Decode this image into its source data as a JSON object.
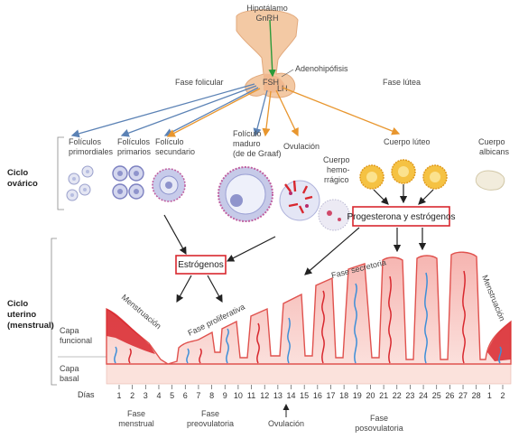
{
  "brain": {
    "hypothalamus": "Hipotálamo",
    "gnrh": "GnRH",
    "adenohypophysis": "Adenohipófisis",
    "fsh": "FSH",
    "lh": "LH"
  },
  "phases_top": {
    "follicular": "Fase folicular",
    "luteal": "Fase lútea"
  },
  "ovarian": {
    "title_line1": "Ciclo",
    "title_line2": "ovárico",
    "primordial_1": "Folículos",
    "primordial_2": "primordiales",
    "primary_1": "Folículos",
    "primary_2": "primarios",
    "secondary_1": "Folículo",
    "secondary_2": "secundario",
    "mature_1": "Folículo",
    "mature_2": "maduro",
    "mature_3": "(de de Graaf)",
    "ovulation": "Ovulación",
    "hemorrhagic_1": "Cuerpo",
    "hemorrhagic_2": "hemo-",
    "hemorrhagic_3": "rrágico",
    "luteum": "Cuerpo lúteo",
    "albicans_1": "Cuerpo",
    "albicans_2": "albicans"
  },
  "hormones": {
    "estrogens": "Estrógenos",
    "prog_estrogens": "Progesterona y estrógenos"
  },
  "uterine": {
    "title_line1": "Ciclo",
    "title_line2": "uterino",
    "title_line3": "(menstrual)",
    "functional_1": "Capa",
    "functional_2": "funcional",
    "basal_1": "Capa",
    "basal_2": "basal",
    "menstruation_left": "Menstruación",
    "menstruation_right": "Menstruación",
    "proliferative": "Fase proliferativa",
    "secretory": "Fase secretoria"
  },
  "timeline": {
    "days_label": "Días",
    "days": [
      "1",
      "2",
      "3",
      "4",
      "5",
      "6",
      "7",
      "8",
      "9",
      "10",
      "11",
      "12",
      "13",
      "14",
      "15",
      "16",
      "17",
      "18",
      "19",
      "20",
      "21",
      "22",
      "23",
      "24",
      "25",
      "26",
      "27",
      "28",
      "1",
      "2"
    ],
    "menstrual_1": "Fase",
    "menstrual_2": "menstrual",
    "preovulatory_1": "Fase",
    "preovulatory_2": "preovulatoria",
    "ovulation": "Ovulación",
    "postovulatory_1": "Fase",
    "postovulatory_2": "posovulatoria"
  },
  "colors": {
    "fsh_arrow": "#5b82b5",
    "lh_arrow": "#e8962e",
    "box_border": "#d8272e",
    "endometrium": "#f4aaa8",
    "endometrium_dark": "#e0524e",
    "vessels_blue": "#3d8ed8",
    "vessels_red": "#d8272e",
    "luteum_yellow": "#f5c243"
  }
}
